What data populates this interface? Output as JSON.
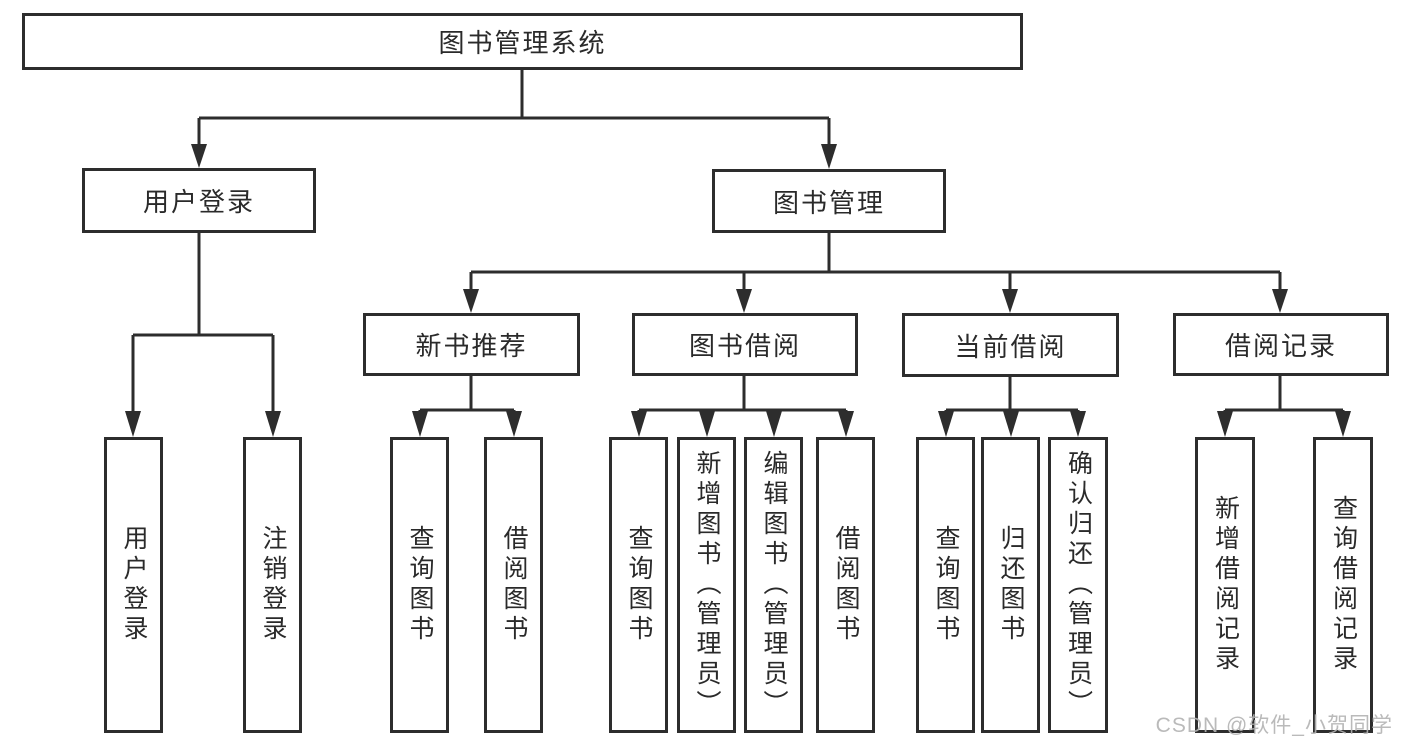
{
  "tree": {
    "root": {
      "label": "图书管理系统"
    },
    "branches": [
      {
        "label": "用户登录",
        "children": [
          {
            "label": "用户登录"
          },
          {
            "label": "注销登录"
          }
        ]
      },
      {
        "label": "图书管理",
        "children": [
          {
            "label": "新书推荐",
            "children": [
              {
                "label": "查询图书"
              },
              {
                "label": "借阅图书"
              }
            ]
          },
          {
            "label": "图书借阅",
            "children": [
              {
                "label": "查询图书"
              },
              {
                "label": "新增图书（管理员）"
              },
              {
                "label": "编辑图书（管理员）"
              },
              {
                "label": "借阅图书"
              }
            ]
          },
          {
            "label": "当前借阅",
            "children": [
              {
                "label": "查询图书"
              },
              {
                "label": "归还图书"
              },
              {
                "label": "确认归还（管理员）"
              }
            ]
          },
          {
            "label": "借阅记录",
            "children": [
              {
                "label": "新增借阅记录"
              },
              {
                "label": "查询借阅记录"
              }
            ]
          }
        ]
      }
    ]
  },
  "watermark": {
    "text": "CSDN @软件_小贺同学"
  },
  "colors": {
    "line": "#2d2d2d",
    "text": "#2a2a2a",
    "watermark": "#b2b2b2",
    "background": "#ffffff"
  }
}
